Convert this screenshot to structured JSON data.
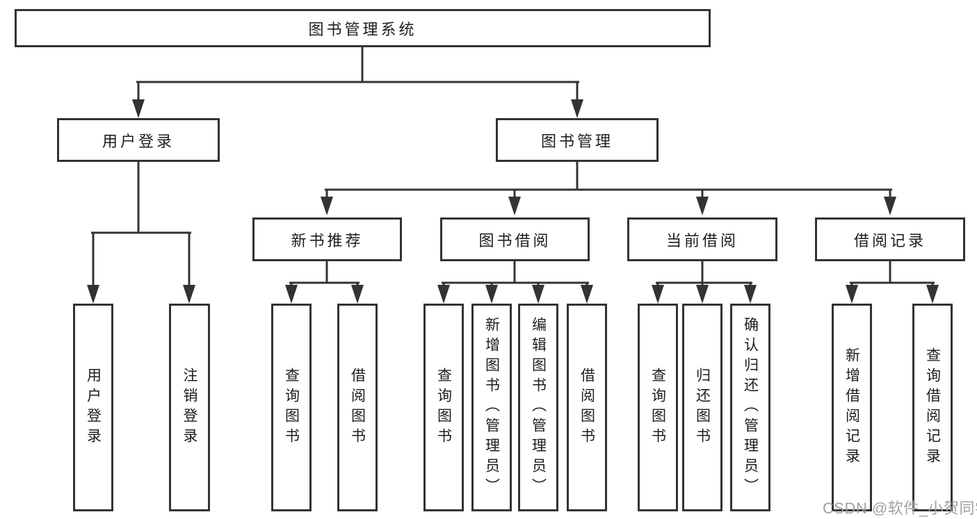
{
  "title": {
    "label": "图书管理系统"
  },
  "level1": {
    "user_login": {
      "label": "用户登录"
    },
    "book_mgmt": {
      "label": "图书管理"
    }
  },
  "level2": {
    "new_book_rec": {
      "label": "新书推荐"
    },
    "book_borrow": {
      "label": "图书借阅"
    },
    "current_borrow": {
      "label": "当前借阅"
    },
    "borrow_record": {
      "label": "借阅记录"
    }
  },
  "leaves": {
    "user_login": [
      "用户登录",
      "注销登录"
    ],
    "new_book_rec": [
      "查询图书",
      "借阅图书"
    ],
    "book_borrow": [
      "查询图书",
      "新增图书（管理员）",
      "编辑图书（管理员）",
      "借阅图书"
    ],
    "current_borrow": [
      "查询图书",
      "归还图书",
      "确认归还（管理员）"
    ],
    "borrow_record": [
      "新增借阅记录",
      "查询借阅记录"
    ]
  },
  "watermark": "CSDN @软件_小贺同学",
  "colors": {
    "line": "#333333",
    "text": "#1d1d1d",
    "watermark": "#a0a0a0",
    "background": "#ffffff"
  }
}
